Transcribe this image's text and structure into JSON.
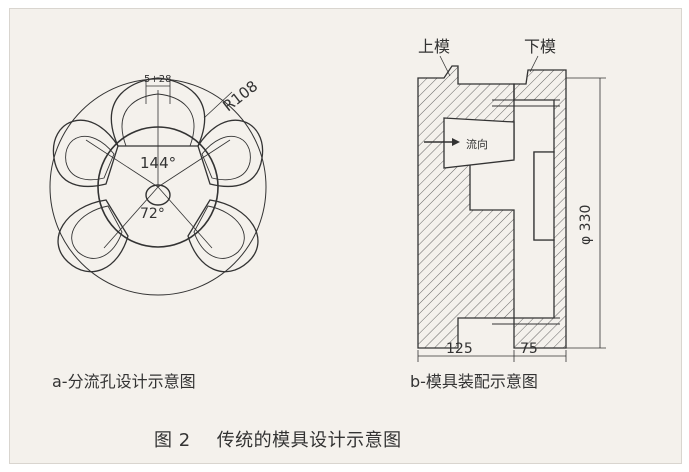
{
  "diagram_a": {
    "caption": "a-分流孔设计示意图",
    "labels": {
      "dimension_top": "5+28",
      "radius": "R108",
      "angle_outer": "144°",
      "angle_inner": "72°"
    }
  },
  "diagram_b": {
    "caption": "b-模具装配示意图",
    "labels": {
      "upper_die": "上模",
      "lower_die": "下模",
      "flow_direction": "流向",
      "diameter": "φ 330",
      "length_upper": "125",
      "length_lower": "75"
    }
  },
  "figure": {
    "number": "图 2",
    "title": "传统的模具设计示意图"
  },
  "colors": {
    "ink": "#333333",
    "paper": "#f4f1ec"
  }
}
